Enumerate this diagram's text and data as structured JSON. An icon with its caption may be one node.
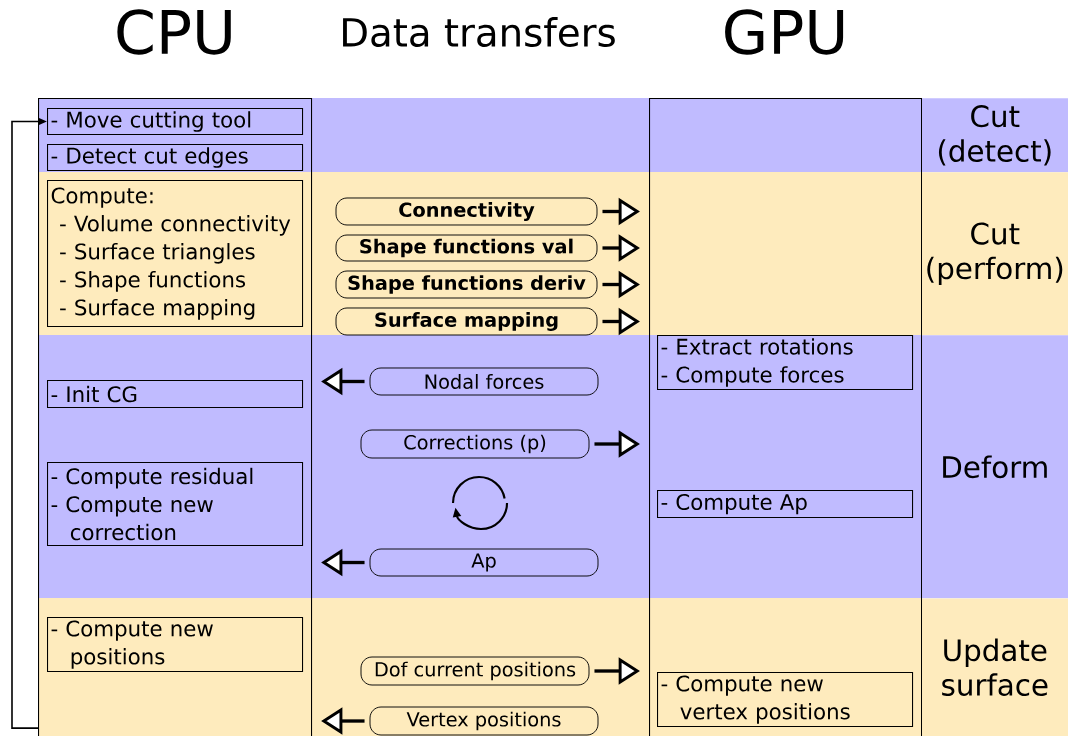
{
  "diagram": {
    "nodes": [
      {
        "text": [
          "CPU"
        ]
      },
      {
        "text": [
          "GPU"
        ]
      },
      {
        "text": [
          "Cut (detect)"
        ]
      },
      {
        "text": [
          "Cut (perform)"
        ]
      },
      {
        "text": [
          "Deform"
        ]
      },
      {
        "text": [
          "Update surface"
        ]
      },
      {
        "text": [
          "- Move cutting tool"
        ],
        "in": 0
      },
      {
        "text": [
          "- Detect cut edges"
        ],
        "in": 0
      },
      {
        "text": [
          "Compute:",
          "- Volume connectivity",
          "- Surface triangles",
          "- Shape functions",
          "- Surface mapping"
        ],
        "in": 0
      },
      {
        "text": [
          "- Init CG"
        ],
        "in": 0
      },
      {
        "text": [
          "- Compute residual",
          "- Compute new correction"
        ],
        "in": 0
      },
      {
        "text": [
          "- Compute new positions"
        ],
        "in": 0
      },
      {
        "text": [
          "Connectivity"
        ]
      },
      {
        "text": [
          "Shape functions val"
        ]
      },
      {
        "text": [
          "Shape functions deriv"
        ]
      },
      {
        "text": [
          "Surface mapping"
        ]
      },
      {
        "text": [
          "Nodal forces"
        ]
      },
      {
        "text": [
          "Corrections (p)"
        ]
      },
      {
        "text": [
          "Ap"
        ]
      },
      {
        "text": [
          "Dof current positions"
        ]
      },
      {
        "text": [
          "Vertex positions"
        ]
      },
      {
        "text": [
          "- Extract rotations",
          "- Compute forces"
        ],
        "in": 1
      },
      {
        "text": [
          "- Compute Ap"
        ],
        "in": 1
      },
      {
        "text": [
          "- Compute new vertex positions"
        ],
        "in": 1
      }
    ],
    "edges": [
      {
        "from": 0,
        "to": 6,
        "arrow": "to"
      },
      {
        "from": 12,
        "to": 1,
        "arrow": "to"
      },
      {
        "from": 13,
        "to": 1,
        "arrow": "to"
      },
      {
        "from": 14,
        "to": 1,
        "arrow": "to"
      },
      {
        "from": 15,
        "to": 1,
        "arrow": "to"
      },
      {
        "from": 16,
        "to": 0,
        "arrow": "to"
      },
      {
        "from": 17,
        "to": 1,
        "arrow": "to"
      },
      {
        "from": 18,
        "to": 0,
        "arrow": "to"
      },
      {
        "from": 19,
        "to": 1,
        "arrow": "to"
      },
      {
        "from": 20,
        "to": 0,
        "arrow": "to"
      }
    ],
    "labels": [
      "Data transfers"
    ]
  }
}
